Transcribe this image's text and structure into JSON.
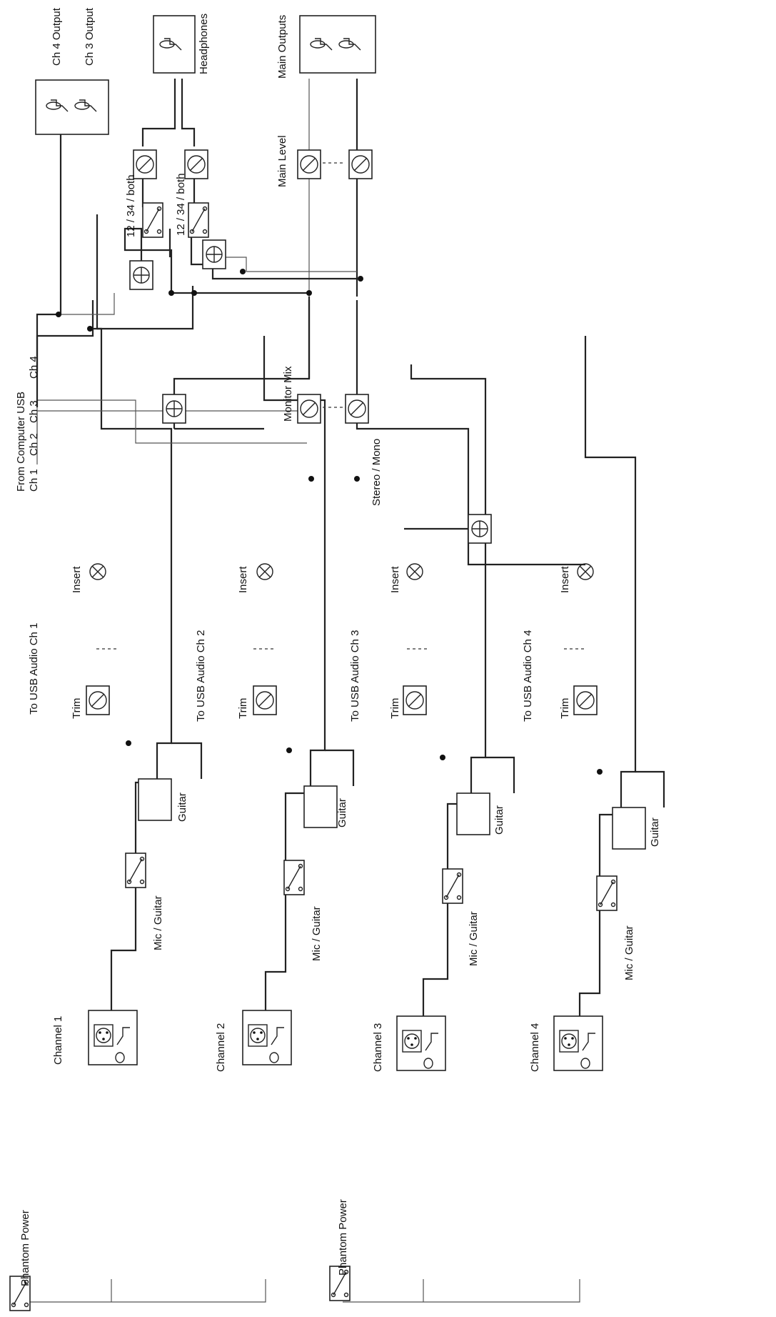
{
  "labels": {
    "phantom_power_1": "Phantom Power",
    "phantom_power_2": "Phantom Power",
    "channel_1": "Channel 1",
    "channel_2": "Channel 2",
    "channel_3": "Channel 3",
    "channel_4": "Channel 4",
    "mic_guitar_1": "Mic / Guitar",
    "mic_guitar_2": "Mic / Guitar",
    "mic_guitar_3": "Mic / Guitar",
    "mic_guitar_4": "Mic / Guitar",
    "guitar_1": "Guitar",
    "guitar_2": "Guitar",
    "guitar_3": "Guitar",
    "guitar_4": "Guitar",
    "trim_1": "Trim",
    "trim_2": "Trim",
    "trim_3": "Trim",
    "trim_4": "Trim",
    "insert_1": "Insert",
    "insert_2": "Insert",
    "insert_3": "Insert",
    "insert_4": "Insert",
    "usb_out_1": "To USB Audio Ch 1",
    "usb_out_2": "To USB Audio Ch 2",
    "usb_out_3": "To USB Audio Ch 3",
    "usb_out_4": "To USB Audio Ch 4",
    "stereo_mono": "Stereo / Mono",
    "monitor_mix": "Monitor Mix",
    "from_computer": "From Computer USB",
    "ch_1": "Ch 1",
    "ch_2": "Ch 2",
    "ch_3": "Ch 3",
    "ch_4": "Ch 4",
    "select_a": "12 / 34 / both",
    "select_b": "12 / 34 / both",
    "main_level": "Main Level",
    "main_outputs": "Main Outputs",
    "headphones": "Headphones",
    "ch4_output": "Ch 4 Output",
    "ch3_output": "Ch 3 Output"
  }
}
